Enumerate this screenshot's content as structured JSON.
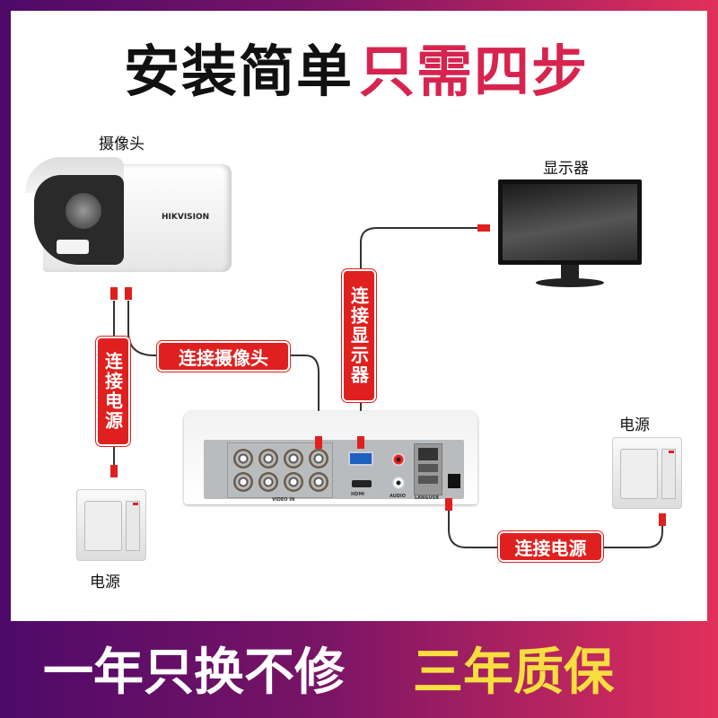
{
  "title": {
    "part1": "安装简单",
    "part2": "只需四步"
  },
  "devices": {
    "camera": "摄像头",
    "monitor": "显示器",
    "power_left": "电源",
    "power_right": "电源",
    "camera_brand": "HIKVISION"
  },
  "steps": {
    "power_camera": "连接电源",
    "connect_camera": "连接摄像头",
    "connect_monitor": "连接显示器",
    "power_dvr": "连接电源"
  },
  "dvr_ports": {
    "video_in": "VIDEO IN",
    "hdmi": "HDMI",
    "audio": "AUDIO",
    "lan_usb": "LAN&USB"
  },
  "footer": {
    "part1": "一年只换不修",
    "part2": "三年质保"
  },
  "colors": {
    "accent": "#d6244f",
    "tag": "#e0201f",
    "warranty": "#f9de3f"
  }
}
